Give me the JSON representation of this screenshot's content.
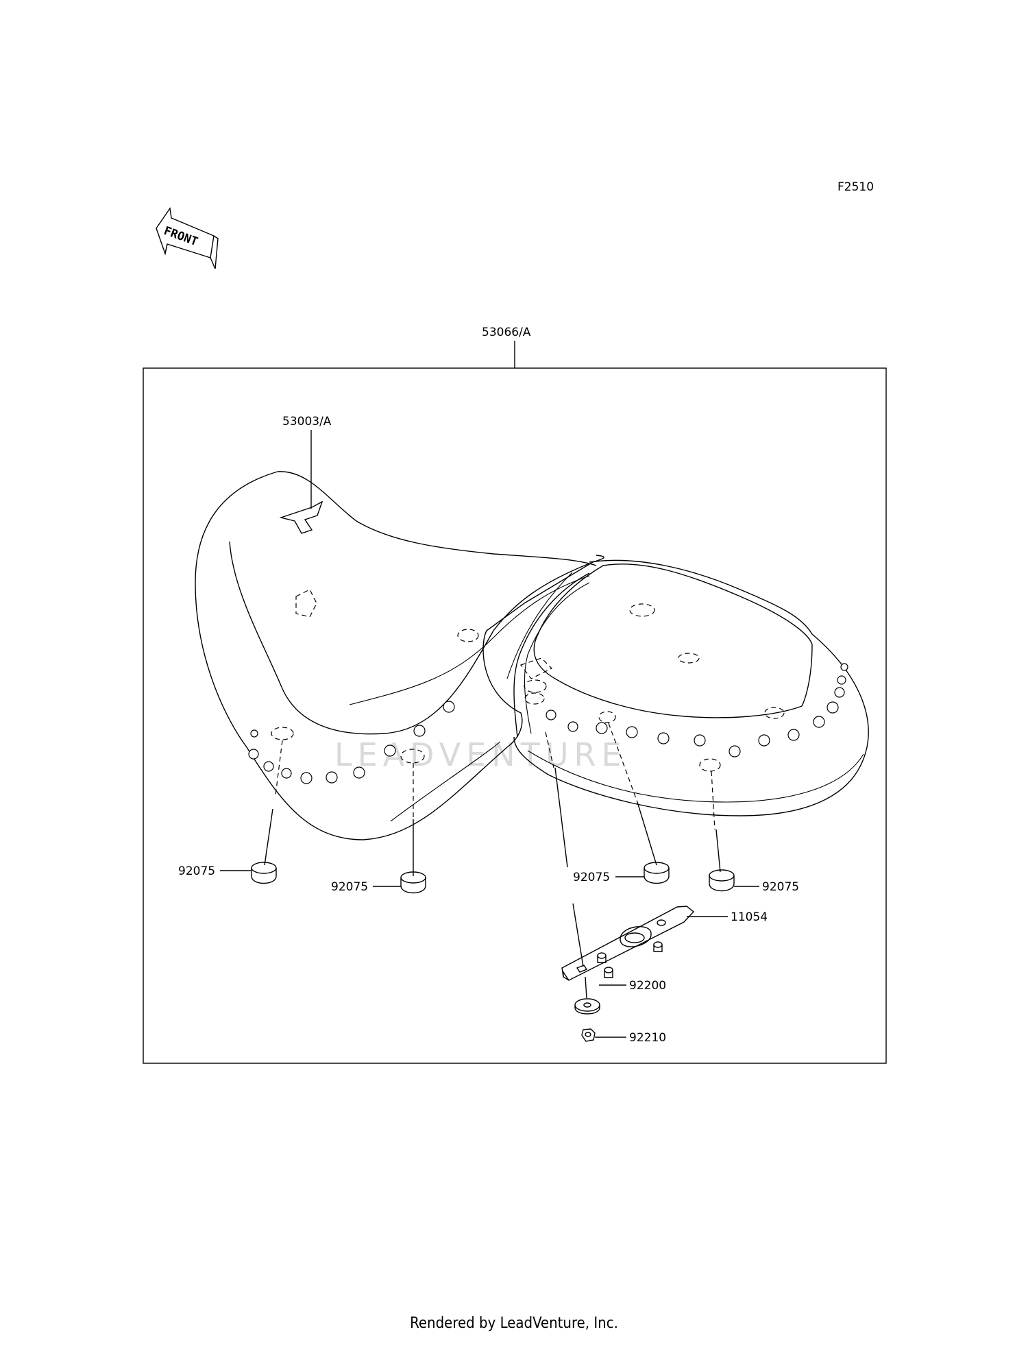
{
  "diagram_code": "F2510",
  "front_label": "FRONT",
  "watermark": "LEADVENTURE",
  "parts": {
    "seat_assembly": "53066/A",
    "seat_cover": "53003/A",
    "damper_front_left": "92075",
    "damper_front_center": "92075",
    "damper_rear_center": "92075",
    "damper_rear_right": "92075",
    "bracket": "11054",
    "washer": "92200",
    "nut": "92210"
  },
  "footer": "Rendered by LeadVenture, Inc."
}
